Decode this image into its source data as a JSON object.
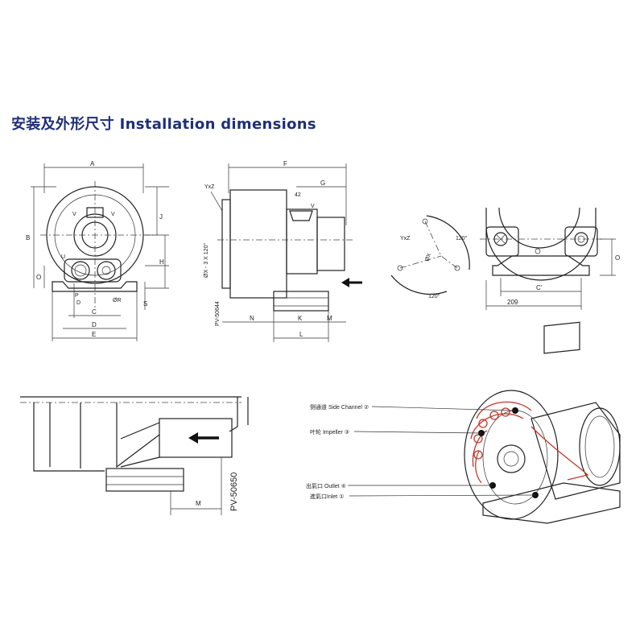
{
  "title": "安装及外形尺寸 Installation dimensions",
  "front_view": {
    "A": "A",
    "B": "B",
    "H": "H",
    "J": "J",
    "O": "O",
    "S": "S",
    "C": "C",
    "D": "D",
    "E": "E",
    "P": "P",
    "V": "V",
    "U": "U",
    "R": "ØR"
  },
  "side_view": {
    "F": "F",
    "G": "G",
    "dim42": "42",
    "YxZ": "YxZ",
    "V": "V",
    "flange": "ØX - 3 X 120°",
    "model": "PV-50644",
    "N": "N",
    "K": "K",
    "M": "M",
    "L": "L"
  },
  "flange_detail": {
    "YxZ": "YxZ",
    "X": "ØX",
    "angle1": "120°",
    "angle2": "120°"
  },
  "base_detail": {
    "O": "O",
    "C": "C'",
    "dim209": "209"
  },
  "bottom_detail": {
    "M": "M",
    "model": "PV-50650"
  },
  "cutaway": {
    "side_channel": "侧通道 Side Channel ②",
    "impeller": "叶轮 Impeller ③",
    "outlet": "出氣口 Outlet ④",
    "inlet": "進氣口Inlet ①"
  }
}
